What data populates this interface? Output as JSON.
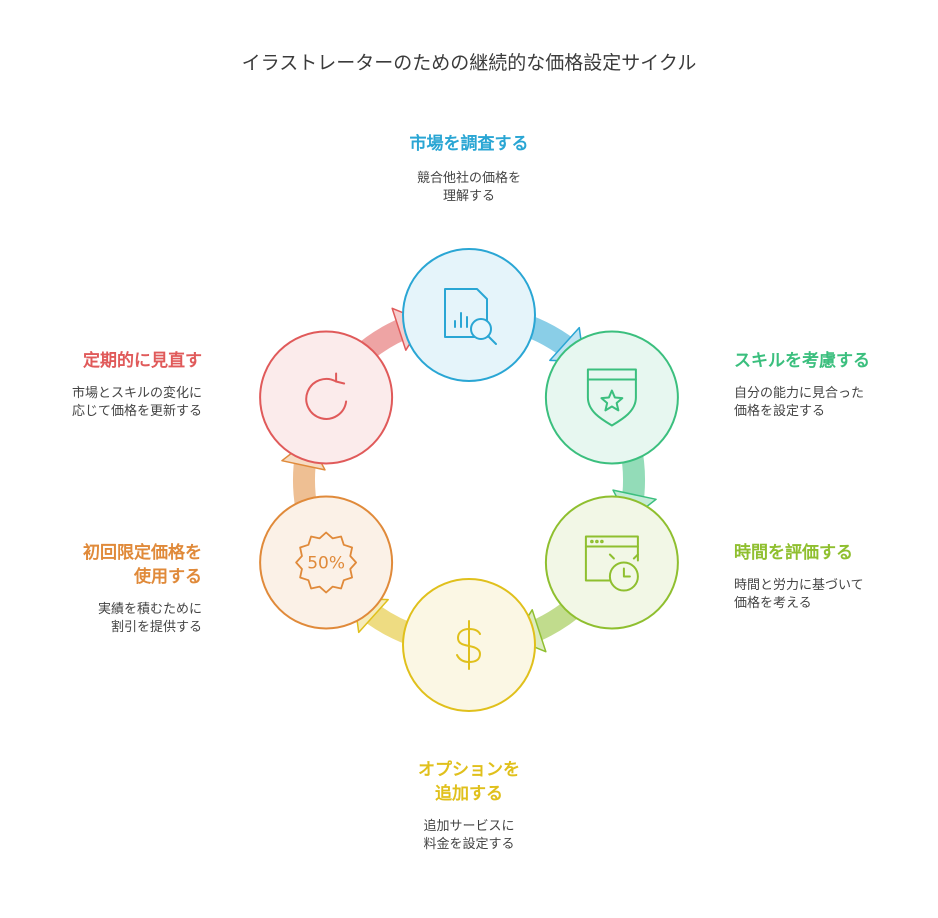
{
  "title": "イラストレーターのための継続的な価格設定サイクル",
  "steps": [
    {
      "label": "市場を調査する",
      "desc": "競合他社の価格を\n理解する",
      "color": "#2aa6d4",
      "icon": "document-search-icon"
    },
    {
      "label": "スキルを考慮する",
      "desc": "自分の能力に見合った\n価格を設定する",
      "color": "#3bbf7e",
      "icon": "shield-star-icon"
    },
    {
      "label": "時間を評価する",
      "desc": "時間と労力に基づいて\n価格を考える",
      "color": "#8fbf2f",
      "icon": "window-clock-icon"
    },
    {
      "label": "オプションを\n追加する",
      "desc": "追加サービスに\n料金を設定する",
      "color": "#e0c01c",
      "icon": "dollar-icon"
    },
    {
      "label": "初回限定価格を\n使用する",
      "desc": "実績を積むために\n割引を提供する",
      "color": "#e08a3a",
      "icon": "discount-50-badge-icon"
    },
    {
      "label": "定期的に見直す",
      "desc": "市場とスキルの変化に\n応じて価格を更新する",
      "color": "#e05a5a",
      "icon": "refresh-icon"
    }
  ]
}
